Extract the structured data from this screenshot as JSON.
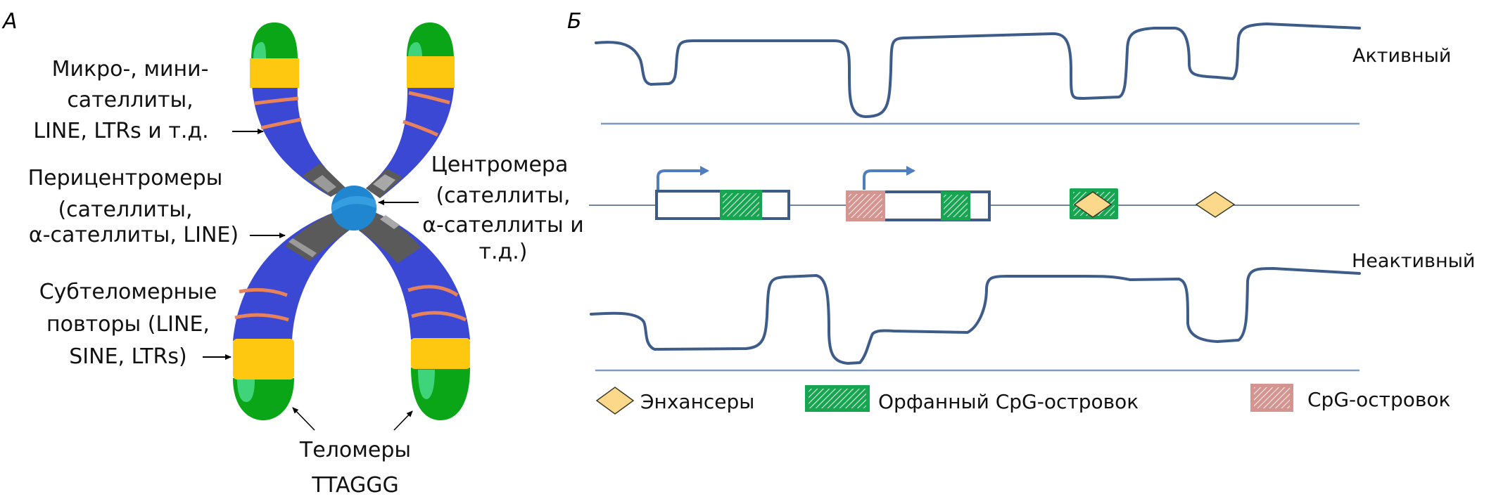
{
  "panel_a": {
    "letter": "А",
    "labels": {
      "repeats": [
        "Микро-, мини-",
        "сателлиты,",
        "LINE, LTRs и т.д."
      ],
      "pericentromere": [
        "Перицентромеры",
        "(сателлиты,",
        "α-сателлиты, LINE)"
      ],
      "subtelomere": [
        "Субтеломерные",
        "повторы (LINE,",
        "SINE, LTRs)"
      ],
      "centromere": [
        "Центромера",
        "(сателлиты,",
        "α-сателлиты и",
        "т.д.)"
      ],
      "telomere": [
        "Теломеры",
        "TTAGGG"
      ]
    },
    "colors": {
      "telomere": "#0aa618",
      "telomere_highlight": "#3fd37a",
      "subtelomere": "#fdc80f",
      "arm": "#3a48d4",
      "band": "#e8825a",
      "pericentromere": "#5a5a5a",
      "pericentromere_light": "#9a9a9a",
      "centromere": "#1f86cf"
    }
  },
  "panel_b": {
    "letter": "Б",
    "state_active": "Активный",
    "state_inactive": "Неактивный",
    "legend": [
      {
        "key": "enhancer",
        "label": "Энхансеры"
      },
      {
        "key": "orphan_cpg",
        "label": "Орфанный CpG-островок"
      },
      {
        "key": "cpg",
        "label": "CpG-островок"
      }
    ],
    "colors": {
      "chromatin_line": "#3e5c8a",
      "baseline": "#7f9cc0",
      "gene_outline": "#3e5a86",
      "tss_arrow": "#4f7dbd",
      "orphan_cpg": "#17a552",
      "cpg": "#d49490",
      "enhancer_fill": "#fcd98a",
      "enhancer_stroke": "#3a3a2a"
    }
  }
}
